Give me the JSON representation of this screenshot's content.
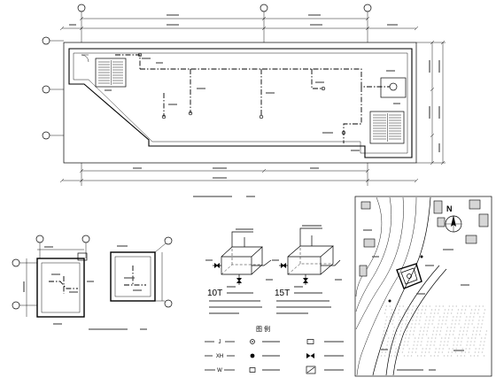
{
  "drawing": {
    "tank_labels": {
      "tank_10": "10T",
      "tank_15": "15T"
    },
    "legend": {
      "title": "图 例",
      "rows": [
        {
          "code": "J"
        },
        {
          "code": "XH"
        },
        {
          "code": "W"
        }
      ]
    },
    "site_plan": {
      "compass": "N"
    }
  },
  "colors": {
    "line": "#000000",
    "background": "#ffffff",
    "hatch": "#9a9a9a"
  }
}
